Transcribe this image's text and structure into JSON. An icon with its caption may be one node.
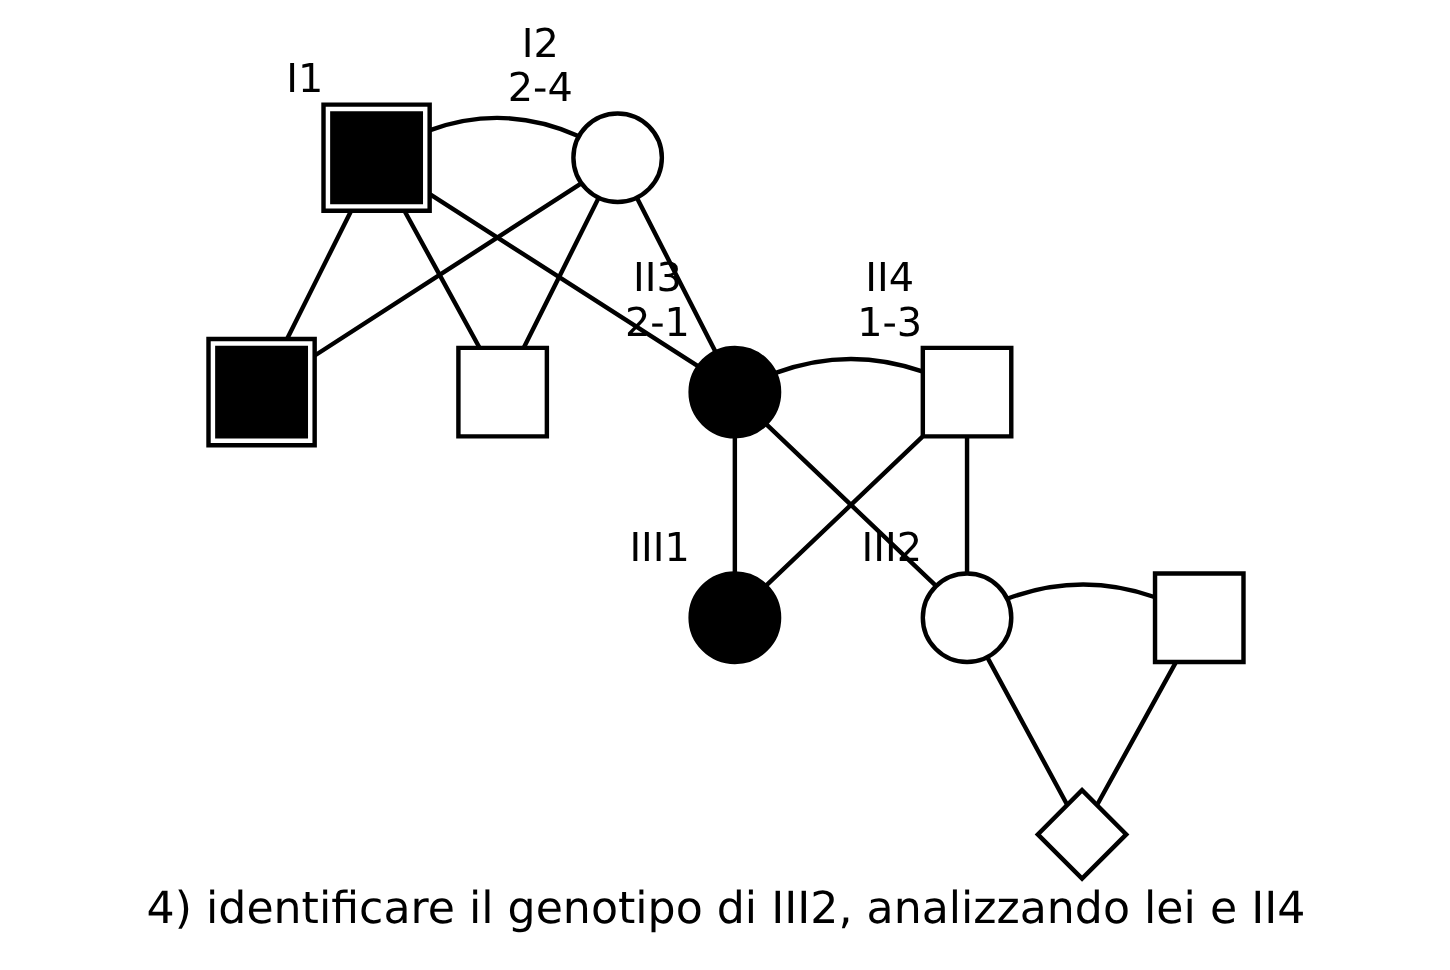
{
  "diagram": {
    "caption": "4) identificare il genotipo di III2, analizzando lei e II4",
    "nodes": [
      {
        "text": [],
        "shape": "box",
        "beside": [
          "I1"
        ]
      },
      {
        "text": [],
        "shape": "circle",
        "beside": [
          "I2",
          "2-4"
        ]
      },
      {
        "text": [],
        "shape": "box"
      },
      {
        "text": [],
        "shape": "box"
      },
      {
        "text": [],
        "shape": "circle",
        "beside": [
          "II3",
          "2-1"
        ]
      },
      {
        "text": [],
        "shape": "box",
        "beside": [
          "II4",
          "1-3"
        ]
      },
      {
        "text": [],
        "shape": "circle",
        "beside": [
          "III1"
        ]
      },
      {
        "text": [],
        "shape": "circle",
        "beside": [
          "III2"
        ]
      },
      {
        "text": [],
        "shape": "box"
      },
      {
        "text": [],
        "shape": "diamond"
      }
    ],
    "edges": [
      {
        "from": 0,
        "to": 1,
        "arrow": "none"
      },
      {
        "from": 0,
        "to": 2,
        "arrow": "none"
      },
      {
        "from": 1,
        "to": 2,
        "arrow": "none"
      },
      {
        "from": 0,
        "to": 3,
        "arrow": "none"
      },
      {
        "from": 1,
        "to": 3,
        "arrow": "none"
      },
      {
        "from": 0,
        "to": 4,
        "arrow": "none"
      },
      {
        "from": 1,
        "to": 4,
        "arrow": "none"
      },
      {
        "from": 4,
        "to": 5,
        "arrow": "none"
      },
      {
        "from": 4,
        "to": 6,
        "arrow": "none"
      },
      {
        "from": 5,
        "to": 6,
        "arrow": "none"
      },
      {
        "from": 4,
        "to": 7,
        "arrow": "none"
      },
      {
        "from": 5,
        "to": 7,
        "arrow": "none"
      },
      {
        "from": 7,
        "to": 8,
        "arrow": "none"
      },
      {
        "from": 7,
        "to": 9,
        "arrow": "none"
      },
      {
        "from": 8,
        "to": 9,
        "arrow": "none"
      }
    ]
  }
}
